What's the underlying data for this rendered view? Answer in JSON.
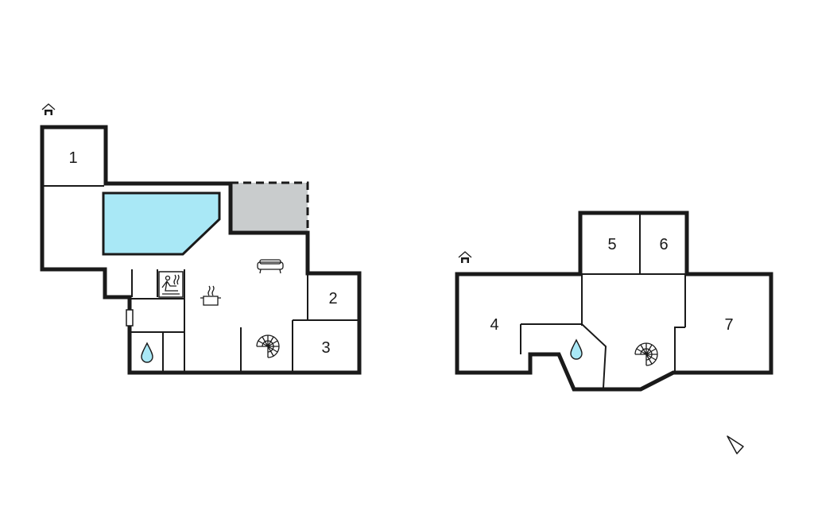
{
  "floor_plan": {
    "colors": {
      "wall": "#1a1a1a",
      "pool_water": "#a9e8f6",
      "terrace": "#c9cccd",
      "drop": "#a9e8f6",
      "background": "#ffffff"
    },
    "ground_floor": {
      "entrance_icon": "house-entrance-icon",
      "rooms": [
        {
          "label": "1"
        },
        {
          "label": "2"
        },
        {
          "label": "3"
        }
      ],
      "icons": [
        "pool",
        "sauna-icon",
        "cooking-pot-icon",
        "sofa-icon",
        "spiral-stairs-icon",
        "water-drop-icon"
      ]
    },
    "upper_floor": {
      "entrance_icon": "house-entrance-icon",
      "rooms": [
        {
          "label": "4"
        },
        {
          "label": "5"
        },
        {
          "label": "6"
        },
        {
          "label": "7"
        }
      ],
      "icons": [
        "water-drop-icon",
        "spiral-stairs-icon"
      ]
    },
    "compass_icon": "north-arrow-icon"
  }
}
